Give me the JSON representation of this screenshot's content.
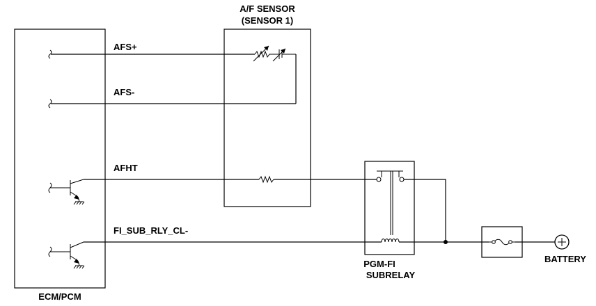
{
  "components": {
    "ecm": {
      "label": "ECM/PCM"
    },
    "af_sensor": {
      "label_line1": "A/F SENSOR",
      "label_line2": "(SENSOR 1)"
    },
    "subrelay": {
      "label_line1": "PGM-FI",
      "label_line2": "SUBRELAY"
    },
    "battery": {
      "label": "BATTERY"
    }
  },
  "signals": {
    "afs_plus": "AFS+",
    "afs_minus": "AFS-",
    "afht": "AFHT",
    "fi_sub_rly": "FI_SUB_RLY_CL-"
  },
  "icons": {
    "battery": "plus-circle",
    "fuse": "fuse-symbol",
    "heater": "resistor-zigzag",
    "relay_coil": "coil-loops",
    "transistor": "npn-transistor"
  }
}
